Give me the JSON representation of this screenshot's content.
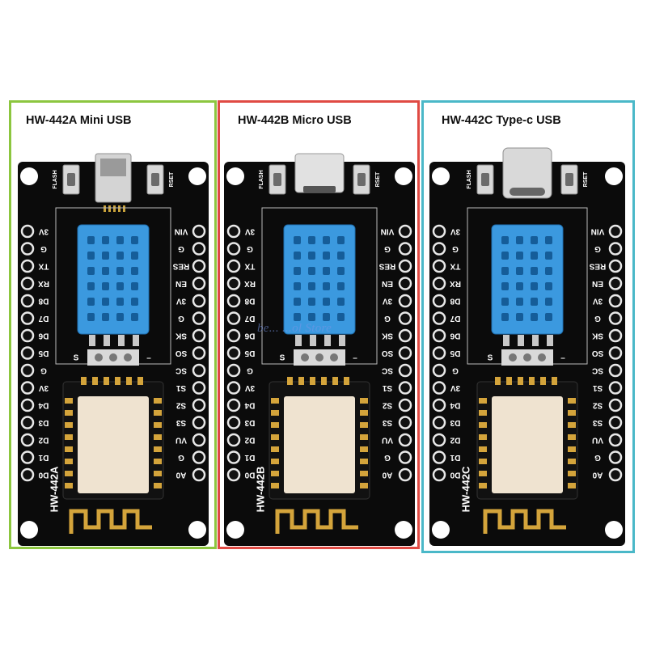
{
  "panels": [
    {
      "title": "HW-442A Mini USB",
      "model": "HW-442A",
      "usb": "mini",
      "border_color": "#8cc63f"
    },
    {
      "title": "HW-442B Micro USB",
      "model": "HW-442B",
      "usb": "micro",
      "border_color": "#e04a43"
    },
    {
      "title": "HW-442C Type-c USB",
      "model": "HW-442C",
      "usb": "type-c",
      "border_color": "#4ab8c8"
    }
  ],
  "board": {
    "flash_label": "FLASH",
    "reset_label": "RSET",
    "left_pins": [
      "3V",
      "G",
      "TX",
      "RX",
      "D8",
      "D7",
      "D6",
      "D5",
      "G",
      "3V",
      "D4",
      "D3",
      "D2",
      "D1",
      "D0"
    ],
    "right_pins": [
      "VIN",
      "G",
      "RES",
      "EN",
      "3V",
      "G",
      "SK",
      "SO",
      "SC",
      "S1",
      "S2",
      "S3",
      "VU",
      "G",
      "A0"
    ],
    "sensor_s_label": "S",
    "sensor_minus_label": "–"
  },
  "watermark": "be... ...ol Store"
}
